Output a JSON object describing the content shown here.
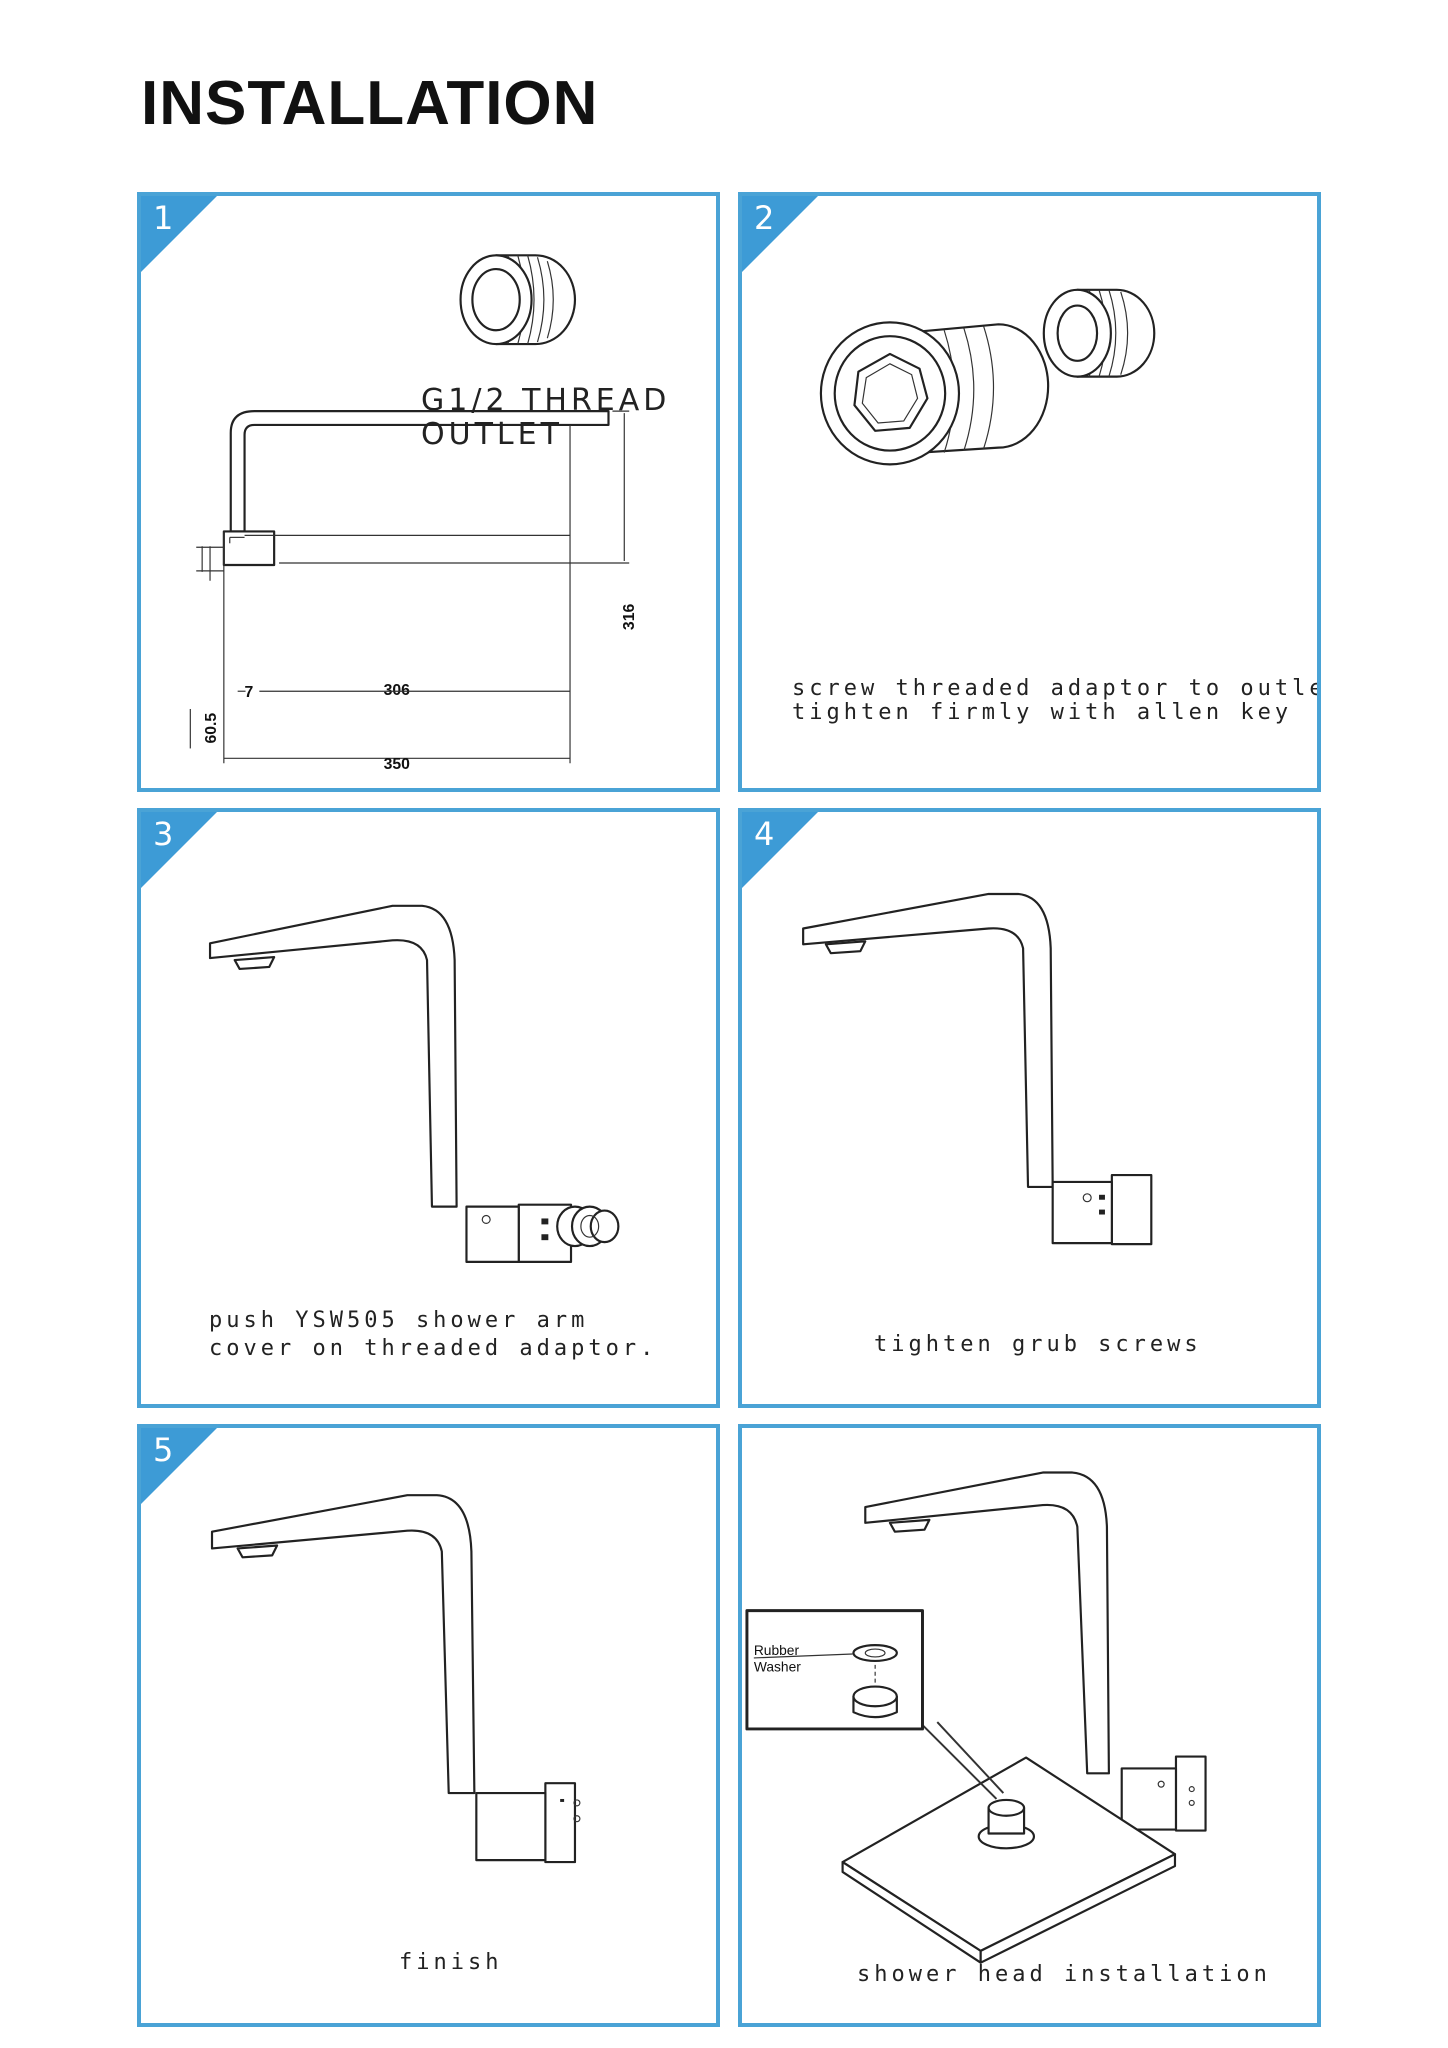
{
  "title": "INSTALLATION",
  "accent_color": "#3d9bd6",
  "steps": [
    {
      "number": "1",
      "label_line1": "G1/2 THREAD",
      "label_line2": "OUTLET",
      "dimensions": {
        "d316": "316",
        "d306": "306",
        "d7": "7",
        "d60_5": "60.5",
        "d350": "350"
      }
    },
    {
      "number": "2",
      "caption_line1": "screw threaded adaptor to outlet",
      "caption_line2": "tighten firmly with allen key"
    },
    {
      "number": "3",
      "caption_line1": "push YSW505 shower arm",
      "caption_line2": "cover on threaded adaptor."
    },
    {
      "number": "4",
      "caption_line1": "tighten grub screws"
    },
    {
      "number": "5",
      "caption_line1": "finish"
    },
    {
      "caption_line1": "shower head installation",
      "inset_label_line1": "Rubber",
      "inset_label_line2": "Washer"
    }
  ]
}
